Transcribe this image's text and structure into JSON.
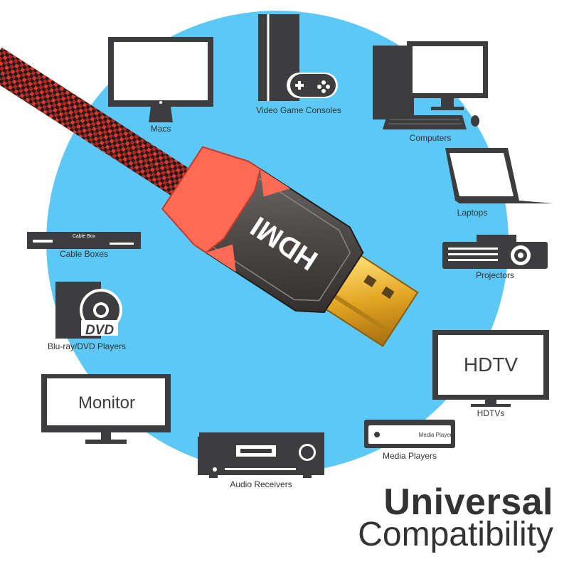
{
  "colors": {
    "circle": "#5bc8f5",
    "device": "#3d3d3f",
    "cable_red": "#e8332b",
    "connector_red": "#ff6a55",
    "gold": "#f2c744"
  },
  "hdmi_plug": {
    "icon": "hdmi-plug-icon",
    "logo_text": "HDMI"
  },
  "devices": {
    "macs": {
      "label": "Macs",
      "icon": "imac-icon"
    },
    "consoles": {
      "label": "Video Game Consoles",
      "icon": "game-console-icon"
    },
    "computers": {
      "label": "Computers",
      "icon": "desktop-computer-icon"
    },
    "laptops": {
      "label": "Laptops",
      "icon": "laptop-icon"
    },
    "projectors": {
      "label": "Projectors",
      "icon": "projector-icon"
    },
    "cable_boxes": {
      "label": "Cable Boxes",
      "icon": "cable-box-icon",
      "screen_text": "Cable Box"
    },
    "bluray": {
      "label": "Blu-ray/DVD Players",
      "icon": "dvd-player-icon",
      "disc_text": "DVD"
    },
    "hdtvs": {
      "label": "HDTVs",
      "icon": "hdtv-icon",
      "screen_text": "HDTV"
    },
    "monitor": {
      "icon": "monitor-icon",
      "screen_text": "Monitor"
    },
    "media_players": {
      "label": "Media Players",
      "icon": "media-player-icon",
      "screen_text": "Media Player"
    },
    "audio_receivers": {
      "label": "Audio Receivers",
      "icon": "audio-receiver-icon"
    }
  },
  "headline": {
    "line1": "Universal",
    "line2": "Compatibility"
  }
}
